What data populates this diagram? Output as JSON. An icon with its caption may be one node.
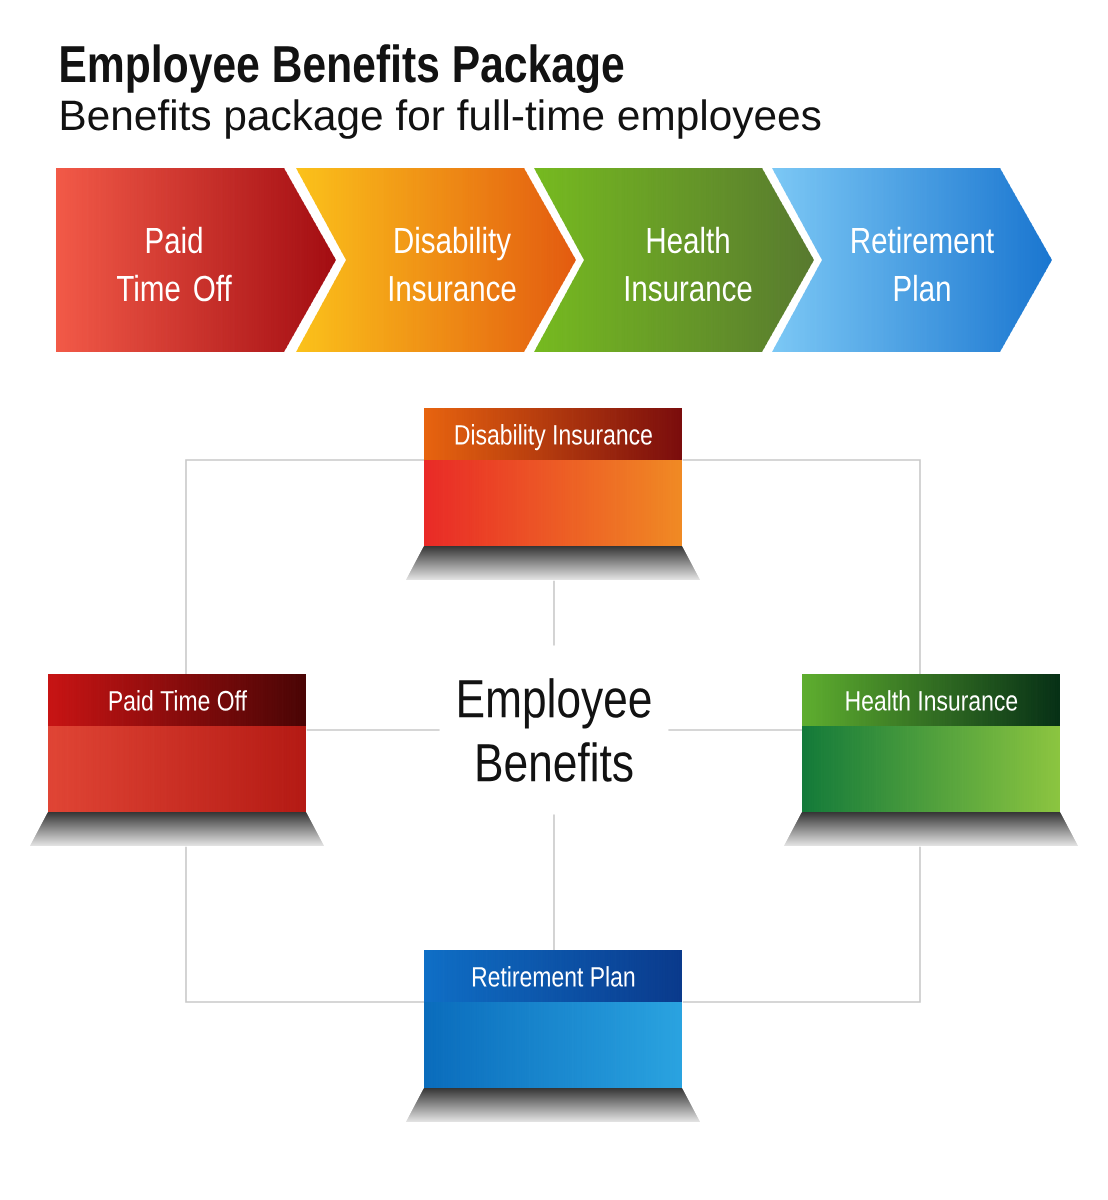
{
  "diagram": {
    "title": "Employee Benefits Package",
    "nodes": [
      {
        "text": [
          "Paid Time Off"
        ]
      },
      {
        "text": [
          "Disability Insurance"
        ]
      },
      {
        "text": [
          "Health Insurance"
        ]
      },
      {
        "text": [
          "Retirement Plan"
        ]
      },
      {
        "text": [
          "Disability Insurance"
        ]
      },
      {
        "text": [
          "Paid Time Off"
        ]
      },
      {
        "text": [
          "Employee Benefits"
        ]
      },
      {
        "text": [
          "Health Insurance"
        ]
      },
      {
        "text": [
          "Retirement Plan"
        ]
      }
    ],
    "edges": [
      {
        "from": 6,
        "to": 4,
        "arrow": "none"
      },
      {
        "from": 6,
        "to": 5,
        "arrow": "none"
      },
      {
        "from": 6,
        "to": 7,
        "arrow": "none"
      },
      {
        "from": 6,
        "to": 8,
        "arrow": "none"
      },
      {
        "from": 4,
        "to": 5,
        "arrow": "none"
      },
      {
        "from": 4,
        "to": 7,
        "arrow": "none"
      },
      {
        "from": 5,
        "to": 8,
        "arrow": "none"
      },
      {
        "from": 7,
        "to": 8,
        "arrow": "none"
      }
    ],
    "labels": [
      "Benefits package for full-time employees"
    ]
  }
}
